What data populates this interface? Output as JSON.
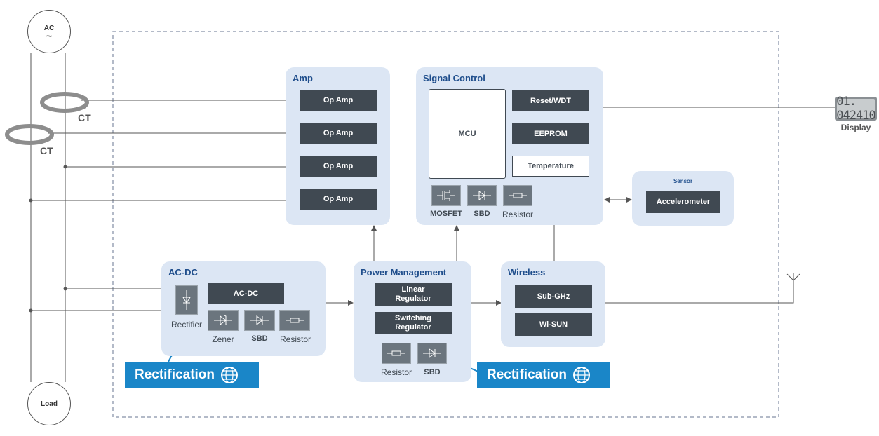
{
  "ac_source": {
    "label": "AC",
    "symbol": "~"
  },
  "load": {
    "label": "Load"
  },
  "ct_labels": [
    "CT",
    "CT"
  ],
  "display": {
    "label": "Display",
    "readout": "01. 042410"
  },
  "amp": {
    "title": "Amp",
    "chips": [
      "Op Amp",
      "Op Amp",
      "Op Amp",
      "Op Amp"
    ]
  },
  "signal_control": {
    "title": "Signal Control",
    "mcu": "MCU",
    "chips": [
      "Reset/WDT",
      "EEPROM",
      "Temperature"
    ],
    "components": [
      "MOSFET",
      "SBD",
      "Resistor"
    ]
  },
  "sensor": {
    "title": "Sensor",
    "chip": "Accelerometer"
  },
  "ac_dc": {
    "title": "AC-DC",
    "chip": "AC-DC",
    "rectifier": "Rectifier",
    "components": [
      "Zener",
      "SBD",
      "Resistor"
    ]
  },
  "power_management": {
    "title": "Power Management",
    "chips": [
      "Linear Regulator",
      "Switching Regulator"
    ],
    "components": [
      "Resistor",
      "SBD"
    ]
  },
  "wireless": {
    "title": "Wireless",
    "chips": [
      "Sub-GHz",
      "Wi-SUN"
    ]
  },
  "callouts": [
    "Rectification",
    "Rectification"
  ],
  "colors": {
    "panel": "#dce6f4",
    "chip": "#404952",
    "title": "#1f4e8c",
    "callout": "#1a86c8",
    "frame": "#9aa3b5"
  }
}
